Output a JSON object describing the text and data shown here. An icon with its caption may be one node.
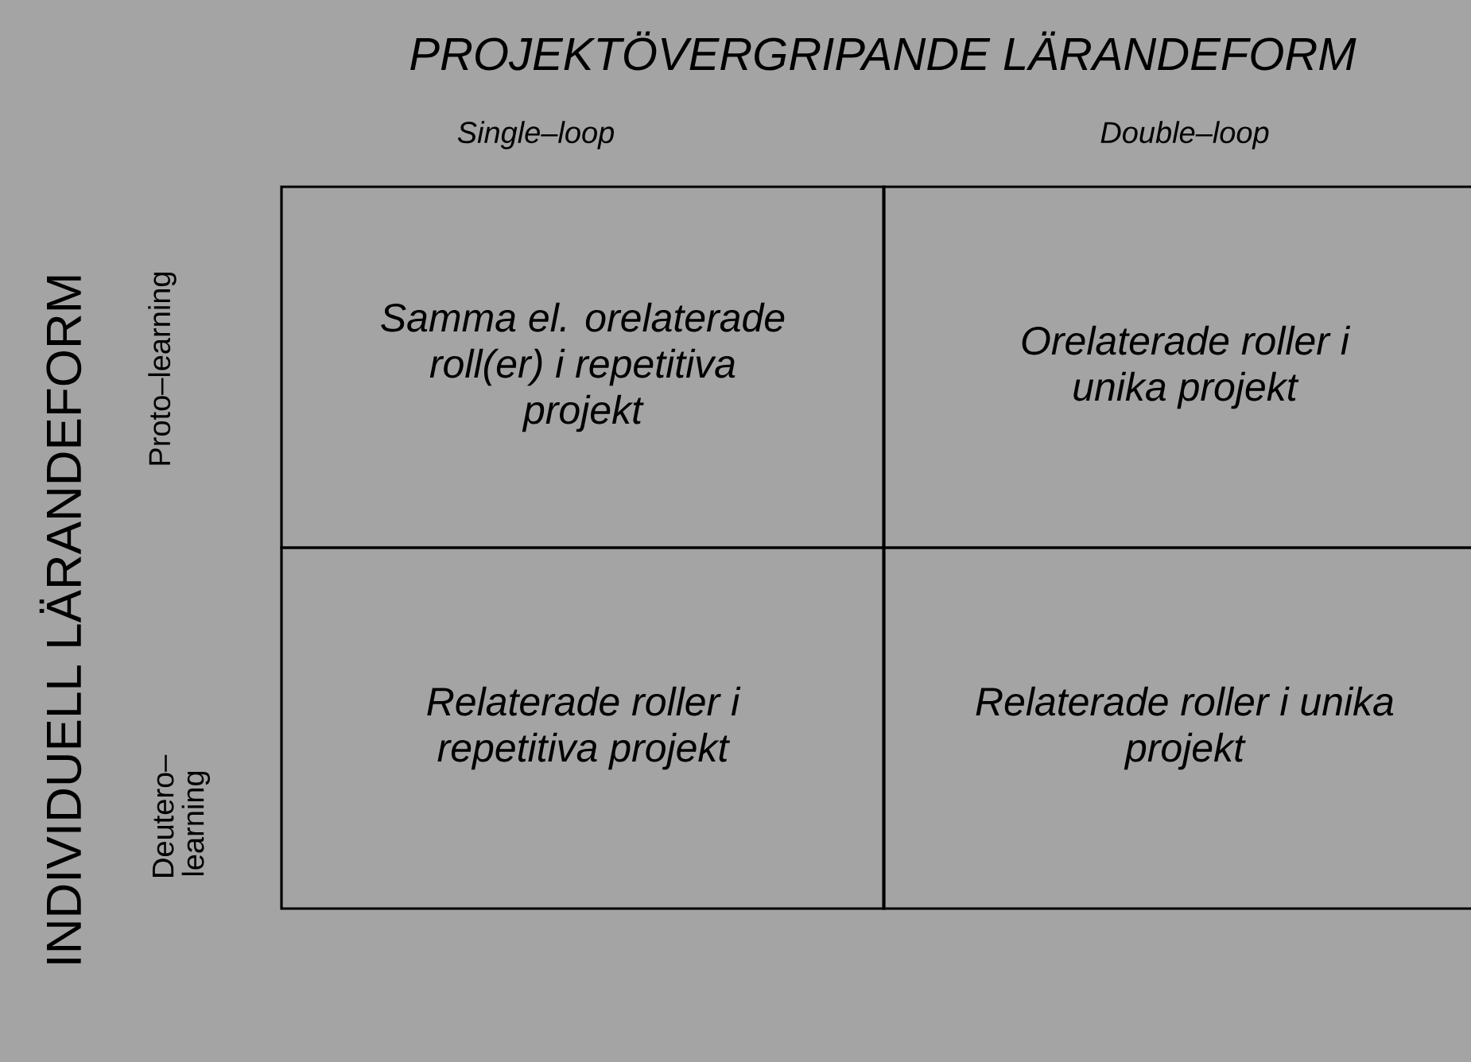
{
  "diagram": {
    "nodes": [
      {
        "text": [
          "Samma el. orelaterade roll(er) i repetitiva projekt"
        ]
      },
      {
        "text": [
          "Orelaterade roller i unika projekt"
        ]
      },
      {
        "text": [
          "Relaterade roller i repetitiva projekt"
        ]
      },
      {
        "text": [
          "Relaterade roller i unika projekt"
        ]
      }
    ],
    "labels": [
      "PROJEKTÖVERGRIPANDE LÄRANDEFORM",
      "Single–loop",
      "Double–loop",
      "INDIVIDUELL LÄRANDEFORM",
      "Proto–learning",
      "Deutero– learning"
    ]
  }
}
